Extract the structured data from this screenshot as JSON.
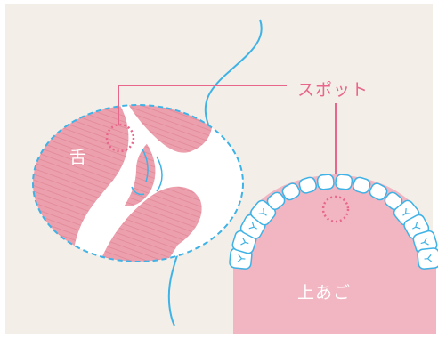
{
  "labels": {
    "spot": "スポット",
    "tongue": "舌",
    "upper_palate": "上あご"
  },
  "colors": {
    "background": "#f3efe8",
    "tissue_pink": "#eca0ad",
    "palate_pink": "#f2b6c2",
    "outline_blue": "#3fb2e6",
    "marker_pink": "#e8668c",
    "tooth_white": "#ffffff"
  }
}
